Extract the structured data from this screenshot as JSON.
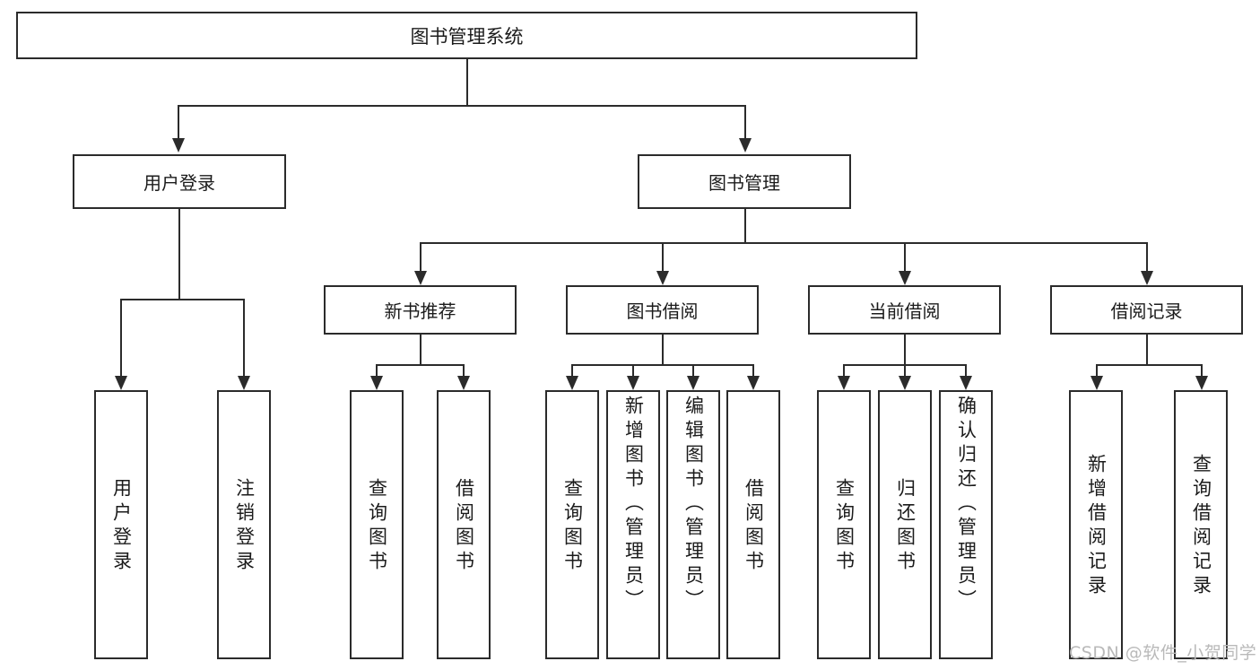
{
  "diagram": {
    "type": "tree",
    "title": "图书管理系统",
    "root": {
      "label": "图书管理系统"
    },
    "level2": [
      {
        "label": "用户登录"
      },
      {
        "label": "图书管理"
      }
    ],
    "level3": [
      {
        "label": "新书推荐"
      },
      {
        "label": "图书借阅"
      },
      {
        "label": "当前借阅"
      },
      {
        "label": "借阅记录"
      }
    ],
    "leaves": {
      "user_login": [
        {
          "label": "用户登录"
        },
        {
          "label": "注销登录"
        }
      ],
      "new_book_recommend": [
        {
          "label": "查询图书"
        },
        {
          "label": "借阅图书"
        }
      ],
      "book_borrow": [
        {
          "label": "查询图书"
        },
        {
          "label": "新增图书（管理员）"
        },
        {
          "label": "编辑图书（管理员）"
        },
        {
          "label": "借阅图书"
        }
      ],
      "current_borrow": [
        {
          "label": "查询图书"
        },
        {
          "label": "归还图书"
        },
        {
          "label": "确认归还（管理员）"
        }
      ],
      "borrow_record": [
        {
          "label": "新增借阅记录"
        },
        {
          "label": "查询借阅记录"
        }
      ]
    }
  },
  "watermark": {
    "text": "CSDN @软件_小贺同学"
  },
  "colors": {
    "stroke": "#2b2b2b",
    "background": "#ffffff",
    "text": "#1b1b1b",
    "watermark": "#b9b9b9"
  }
}
